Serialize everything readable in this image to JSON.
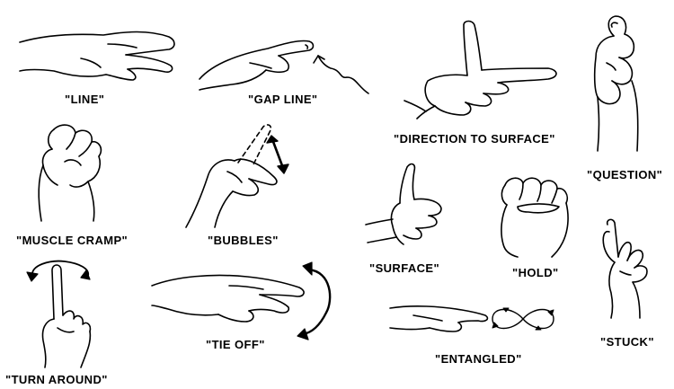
{
  "figure": {
    "ink_color": "#000000",
    "background_color": "#ffffff",
    "signals": [
      {
        "key": "line",
        "label": "\"LINE\"",
        "icon": "flat-hand-pointing-icon"
      },
      {
        "key": "gap_line",
        "label": "\"GAP  LINE\"",
        "icon": "hand-gap-with-arrow-icon"
      },
      {
        "key": "direction",
        "label": "\"DIRECTION TO SURFACE\"",
        "icon": "hand-pointing-thumb-up-icon"
      },
      {
        "key": "question",
        "label": "\"QUESTION\"",
        "icon": "fist-curled-finger-icon"
      },
      {
        "key": "cramp",
        "label": "\"MUSCLE  CRAMP\"",
        "icon": "clenching-fist-icon"
      },
      {
        "key": "bubbles",
        "label": "\"BUBBLES\"",
        "icon": "pinch-with-arrow-icon"
      },
      {
        "key": "surface",
        "label": "\"SURFACE\"",
        "icon": "thumb-up-icon"
      },
      {
        "key": "hold",
        "label": "\"HOLD\"",
        "icon": "closed-fist-icon"
      },
      {
        "key": "turn",
        "label": "\"TURN  AROUND\"",
        "icon": "finger-up-rotate-icon"
      },
      {
        "key": "tieoff",
        "label": "\"TIE  OFF\"",
        "icon": "flat-hand-circle-arrows-icon"
      },
      {
        "key": "entangled",
        "label": "\"ENTANGLED\"",
        "icon": "hand-infinity-icon"
      },
      {
        "key": "stuck",
        "label": "\"STUCK\"",
        "icon": "fist-thumb-fingers-icon"
      }
    ]
  }
}
